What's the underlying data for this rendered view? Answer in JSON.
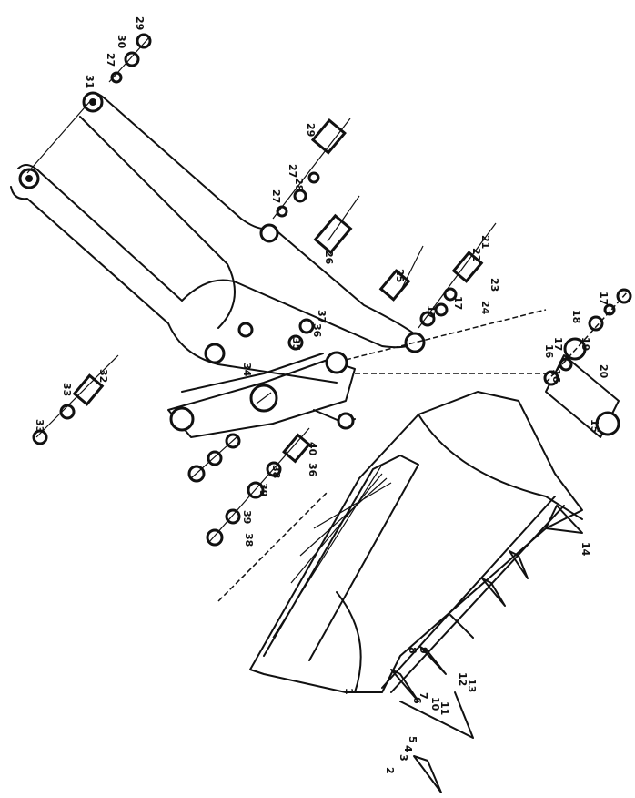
{
  "diagram": {
    "subject": "exploded-parts-view",
    "part_labels": [
      "29",
      "30",
      "27",
      "31",
      "29",
      "27",
      "28",
      "27",
      "26",
      "25",
      "21",
      "22",
      "23",
      "17",
      "24",
      "17",
      "37",
      "36",
      "35",
      "34",
      "32",
      "33",
      "33",
      "38",
      "39",
      "39",
      "38",
      "36",
      "40",
      "16",
      "17",
      "16",
      "18",
      "17",
      "19",
      "20",
      "15",
      "14",
      "1",
      "2",
      "3",
      "4",
      "5",
      "6",
      "7",
      "8",
      "9",
      "10",
      "11",
      "12",
      "13"
    ]
  }
}
